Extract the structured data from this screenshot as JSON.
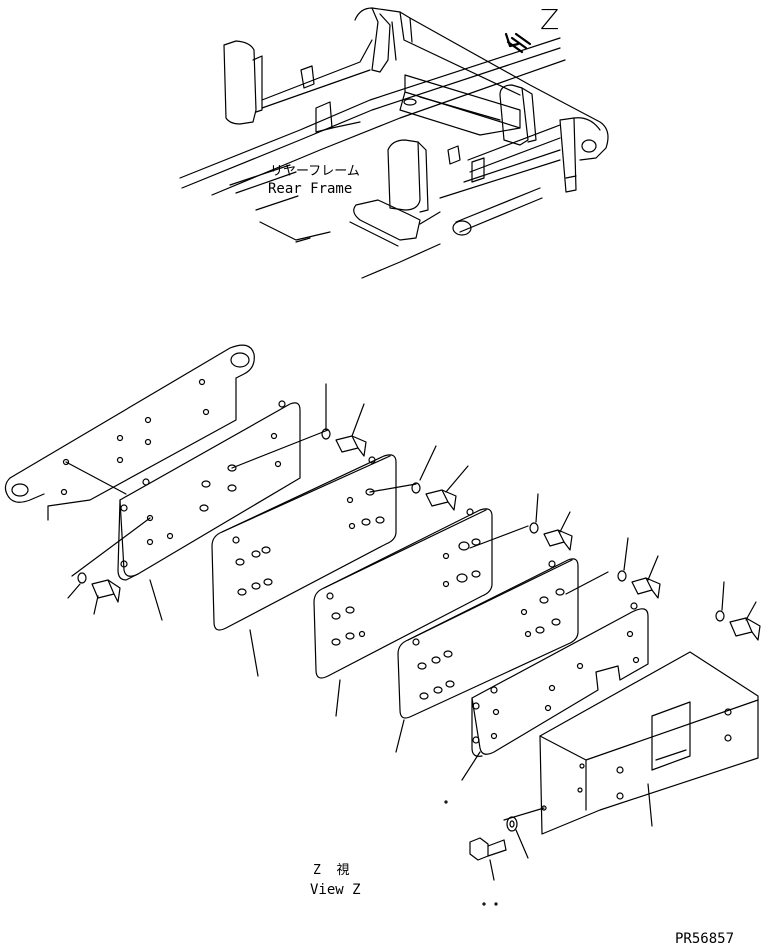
{
  "labels": {
    "rear_frame_jp": "リヤーフレーム",
    "rear_frame_en": "Rear Frame",
    "view_marker": "Z",
    "view_jp": "Z  視",
    "view_en": "View Z",
    "drawing_code": "PR56857"
  },
  "colors": {
    "line": "#000000",
    "background": "#ffffff"
  }
}
